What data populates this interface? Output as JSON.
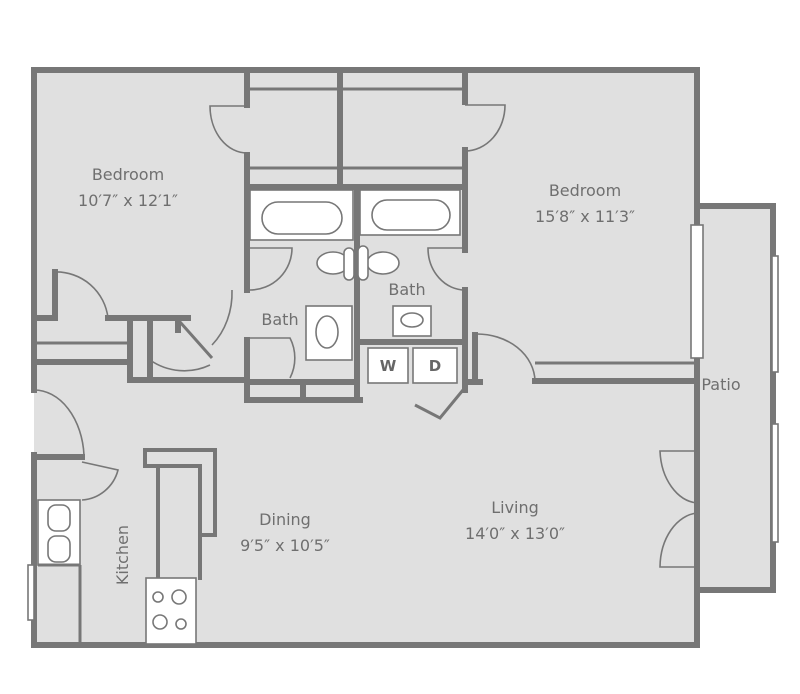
{
  "floorplan": {
    "rooms": [
      {
        "name": "Bedroom",
        "size": "10′7″ x 12′1″"
      },
      {
        "name": "Bedroom",
        "size": "15′8″ x 11′3″"
      },
      {
        "name": "Bath"
      },
      {
        "name": "Bath"
      },
      {
        "name": "Dining",
        "size": "9′5″ x 10′5″"
      },
      {
        "name": "Living",
        "size": "14′0″ x 13′0″"
      },
      {
        "name": "Kitchen"
      },
      {
        "name": "Patio"
      }
    ],
    "appliances": {
      "washer": "W",
      "dryer": "D"
    },
    "colors": {
      "floor": "#e0e0e0",
      "wall": "#777777",
      "text": "#6f6f6f"
    }
  }
}
